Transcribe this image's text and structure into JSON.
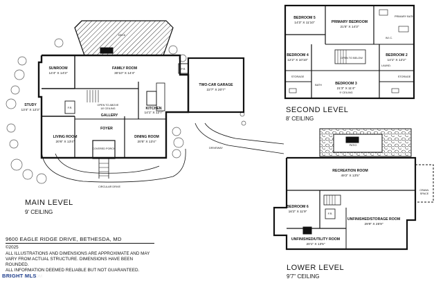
{
  "main_level": {
    "title": "MAIN LEVEL",
    "ceiling": "9' CEILING",
    "rooms": {
      "deck": "DECK",
      "sunroom": "SUNROOM",
      "sunroom_dim": "14'4\" X 14'3\"",
      "family_room": "FAMILY ROOM",
      "family_room_dim": "30'10\" X 14'4\"",
      "study": "STUDY",
      "study_dim": "13'4\" X 12'3\"",
      "open_to_above": "OPEN TO ABOVE",
      "open_ceiling": "18' CEILING",
      "gallery": "GALLERY",
      "kitchen": "KITCHEN",
      "kitchen_dim": "14'1\" X 12'7\"",
      "garage": "TWO-CAR GARAGE",
      "garage_dim": "22'7\" X 20'7\"",
      "foyer": "FOYER",
      "living_room": "LIVING ROOM",
      "living_room_dim": "20'6\" X 13'4\"",
      "dining_room": "DINING ROOM",
      "dining_room_dim": "20'5\" X 13'4\"",
      "porch": "COVERED PORCH",
      "driveway": "DRIVEWAY",
      "circular_drive": "CIRCULAR DRIVE",
      "pr": "P.R.",
      "fr": "F.R."
    }
  },
  "second_level": {
    "title": "SECOND LEVEL",
    "ceiling": "8' CEILING",
    "rooms": {
      "bedroom5": "BEDROOM 5",
      "bedroom5_dim": "14'3\" X 11'10\"",
      "primary": "PRIMARY BEDROOM",
      "primary_dim": "21'5\" X 14'3\"",
      "primary_bath": "PRIMARY BATH",
      "bedroom4": "BEDROOM 4",
      "bedroom4_dim": "12'2\" X 10'10\"",
      "open_below": "OPEN TO BELOW",
      "bedroom2": "BEDROOM 2",
      "bedroom2_dim": "14'1\" X 12'2\"",
      "bedroom3": "BEDROOM 3",
      "bedroom3_dim": "21'3\" X 11'4\"",
      "bedroom3_ceiling": "9' CEILING",
      "storage": "STORAGE",
      "wic": "W.I.C.",
      "bath": "BATH",
      "laundry": "LAUND."
    }
  },
  "lower_level": {
    "title": "LOWER LEVEL",
    "ceiling": "9'7\" CEILING",
    "rooms": {
      "patio": "PATIO",
      "rec_room": "RECREATION ROOM",
      "rec_room_dim": "49'2\" X 13'5\"",
      "crawl": "CRAWL",
      "crawl2": "SPACE",
      "bedroom6": "BEDROOM 6",
      "bedroom6_dim": "16'2\" X 11'9\"",
      "unf_storage": "UNFINISHED/STORAGE ROOM",
      "unf_storage_dim": "29'9\" X 25'9\"",
      "unf_utility": "UNFINISHED/UTILITY ROOM",
      "unf_utility_dim": "20'1\" X 13'5\"",
      "fr": "F.R."
    }
  },
  "info": {
    "address": "9600 EAGLE RIDGE DRIVE, BETHESDA, MD",
    "copyright": "©2025",
    "disclaimer1": "ALL ILLUSTRATIONS AND DIMENSIONS ARE APPROXIMATE AND MAY",
    "disclaimer2": "VARY FROM ACTUAL STRUCTURE. DIMENSIONS HAVE BEEN ROUNDED.",
    "disclaimer3": "ALL INFORMATION DEEMED RELIABLE BUT NOT GUARANTEED.",
    "disclaimer4": "...DTPRINTS.COM"
  },
  "watermark": "BRIGHT MLS"
}
